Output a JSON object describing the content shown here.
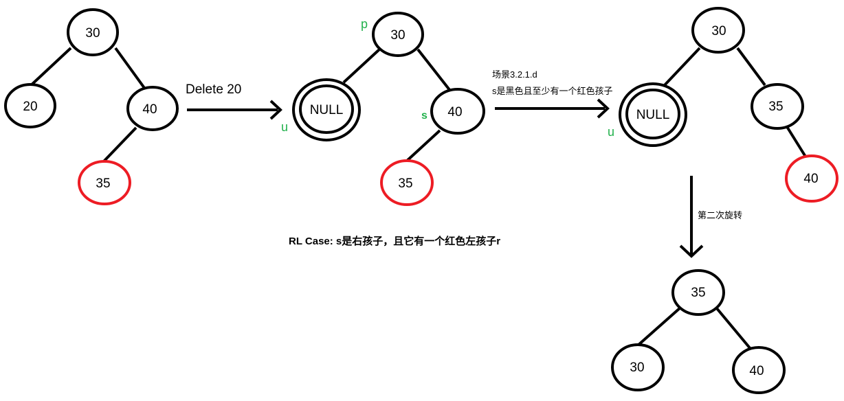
{
  "colors": {
    "node_black": "#000000",
    "node_red": "#ed1c24",
    "label_green": "#22b14c",
    "background": "#ffffff"
  },
  "tree1": {
    "root": "30",
    "left": "20",
    "right": "40",
    "right_left": "35"
  },
  "arrow1": {
    "label": "Delete 20"
  },
  "tree2": {
    "root": "30",
    "null_node": "NULL",
    "right": "40",
    "right_left": "35",
    "label_p": "p",
    "label_u": "u",
    "label_s": "s"
  },
  "arrow2": {
    "label_line1": "场景3.2.1.d",
    "label_line2": "s是黑色且至少有一个红色孩子"
  },
  "tree3": {
    "root": "30",
    "null_node": "NULL",
    "right": "35",
    "right_right": "40",
    "label_u": "u"
  },
  "arrow3": {
    "label": "第二次旋转"
  },
  "tree4": {
    "root": "35",
    "left": "30",
    "right": "40"
  },
  "caption": "RL Case: s是右孩子，且它有一个红色左孩子r"
}
